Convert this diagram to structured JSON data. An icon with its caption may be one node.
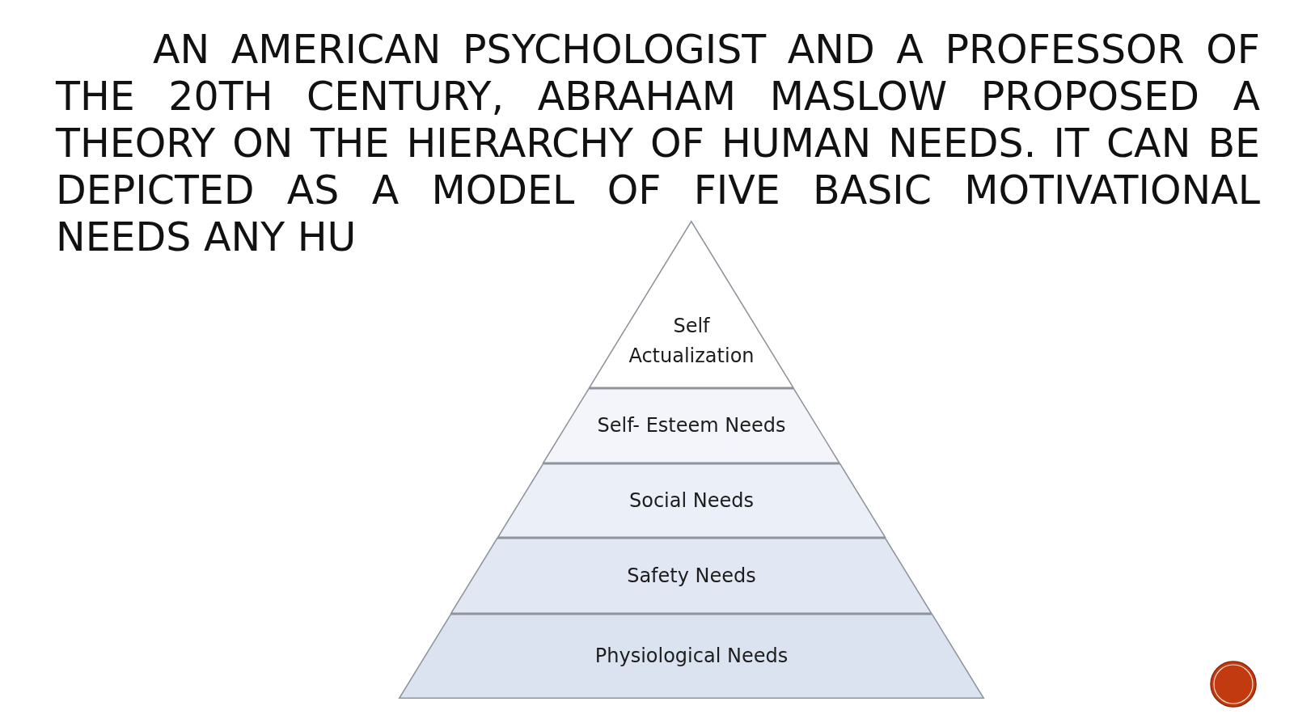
{
  "diagram": {
    "title": "AN AMERICAN PSYCHOLOGIST AND A PROFESSOR OF THE 20TH CENTURY, ABRAHAM MASLOW PROPOSED A THEORY ON THE HIERARCHY OF HUMAN NEEDS. IT CAN BE DEPICTED AS A MODEL OF FIVE BASIC MOTIVATIONAL NEEDS ANY HU",
    "nodes": [
      {
        "text": [
          "Self Actualization"
        ]
      },
      {
        "text": [
          "Self- Esteem Needs"
        ]
      },
      {
        "text": [
          "Social Needs"
        ]
      },
      {
        "text": [
          "Safety Needs"
        ]
      },
      {
        "text": [
          "Physiological Needs"
        ]
      }
    ]
  }
}
